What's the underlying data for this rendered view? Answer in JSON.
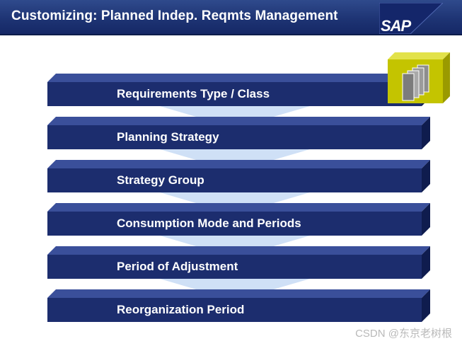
{
  "header": {
    "title": "Customizing: Planned Indep. Reqmts Management",
    "logo_text": "SAP"
  },
  "steps": [
    {
      "label": "Requirements Type / Class"
    },
    {
      "label": "Planning Strategy"
    },
    {
      "label": "Strategy Group"
    },
    {
      "label": "Consumption Mode and Periods"
    },
    {
      "label": "Period of Adjustment"
    },
    {
      "label": "Reorganization Period"
    }
  ],
  "watermark": "CSDN @东京老树根",
  "colors": {
    "header": "#1e3474",
    "bar_front": "#1c2d6e",
    "bar_top": "#3a4f9a",
    "arrow": "#cfe0f6",
    "cube": "#c8c800"
  },
  "icons": {
    "cube": "document-stack-cube-icon"
  }
}
